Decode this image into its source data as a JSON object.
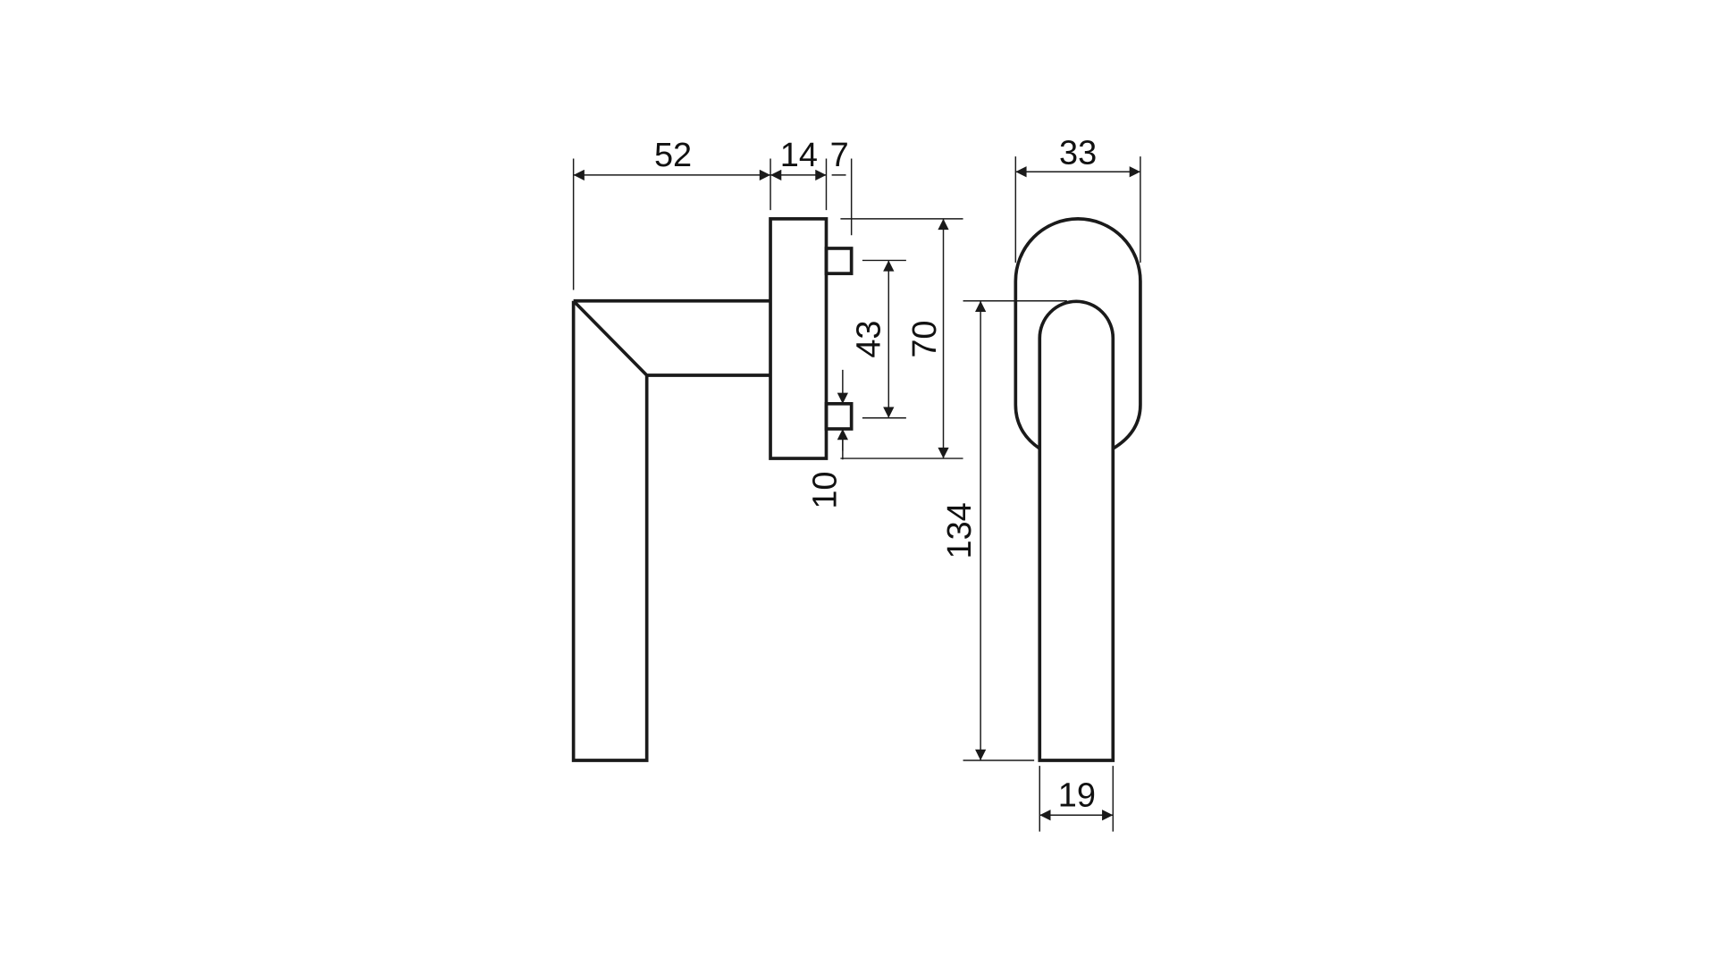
{
  "drawing": {
    "title": "Window handle dimension drawing",
    "dimensions": {
      "handle_length": "52",
      "rose_depth": "14",
      "spindle_offset": "7",
      "rose_width": "33",
      "fixing_spacing": "43",
      "rose_height": "70",
      "fixing_size": "10",
      "handle_height": "134",
      "handle_width": "19"
    },
    "colors": {
      "line": "#1a1a1a",
      "background": "#ffffff"
    }
  }
}
